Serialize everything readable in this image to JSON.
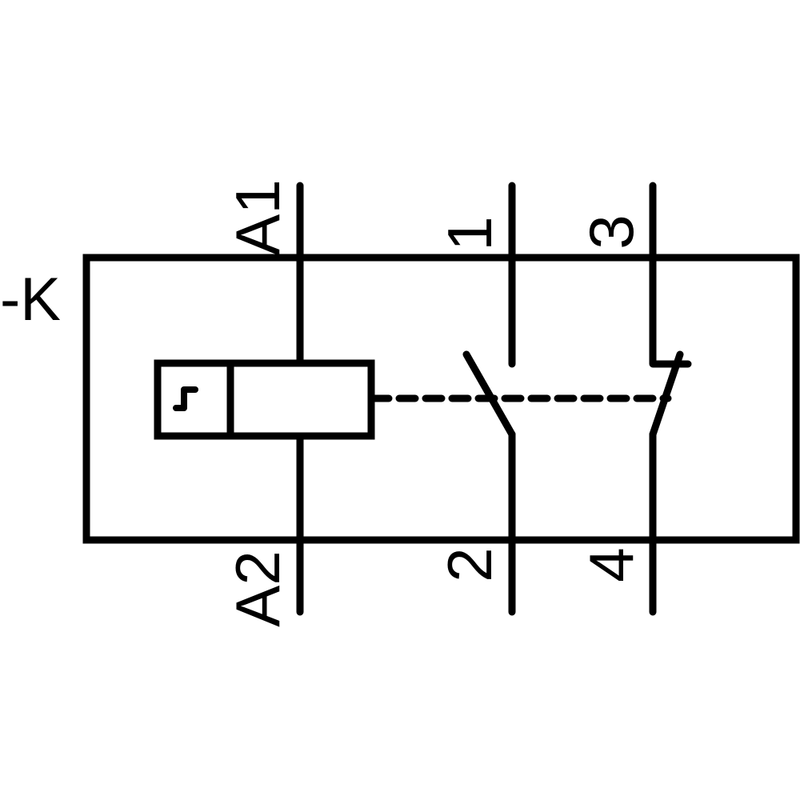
{
  "device_label": "-K",
  "terminals": {
    "coil_top": "A1",
    "coil_bottom": "A2",
    "no_top": "1",
    "no_bottom": "2",
    "nc_top": "3",
    "nc_bottom": "4"
  },
  "colors": {
    "stroke": "#000000",
    "background": "#ffffff"
  }
}
